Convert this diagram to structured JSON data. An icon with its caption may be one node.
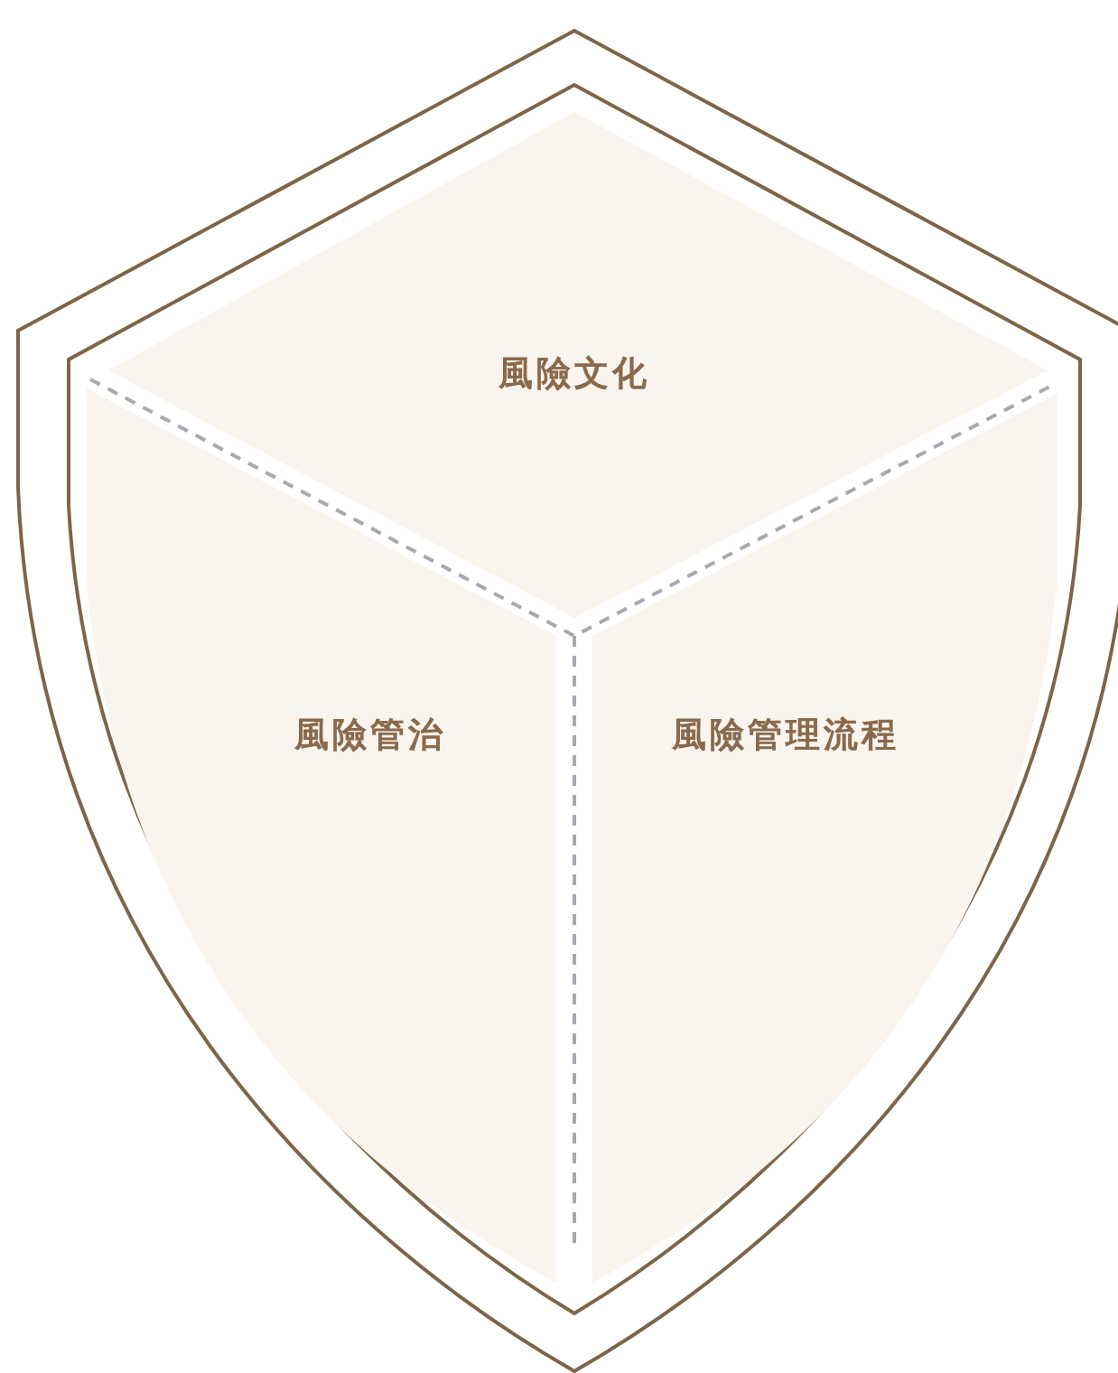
{
  "diagram": {
    "nodes": [
      {
        "text": [
          "風險文化"
        ]
      },
      {
        "text": [
          "風險管治"
        ]
      },
      {
        "text": [
          "風險管理流程"
        ]
      }
    ]
  }
}
